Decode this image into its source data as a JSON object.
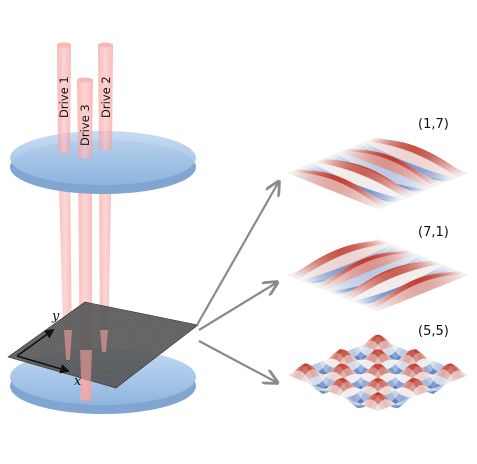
{
  "beams": [
    {
      "label": "Drive 1"
    },
    {
      "label": "Drive 3"
    },
    {
      "label": "Drive 2"
    }
  ],
  "axes": {
    "x": "x",
    "y": "y"
  },
  "modes": [
    {
      "label": "(1,7)",
      "m": 1,
      "n": 7
    },
    {
      "label": "(7,1)",
      "m": 7,
      "n": 1
    },
    {
      "label": "(5,5)",
      "m": 5,
      "n": 5
    }
  ],
  "colors": {
    "beam": "#f7a3a3",
    "plate": "#a9c8ea",
    "membrane": "#505050",
    "arrow": "#8a8a8a",
    "wave_pos": "#c0392b",
    "wave_neg": "#2e5fb8"
  }
}
